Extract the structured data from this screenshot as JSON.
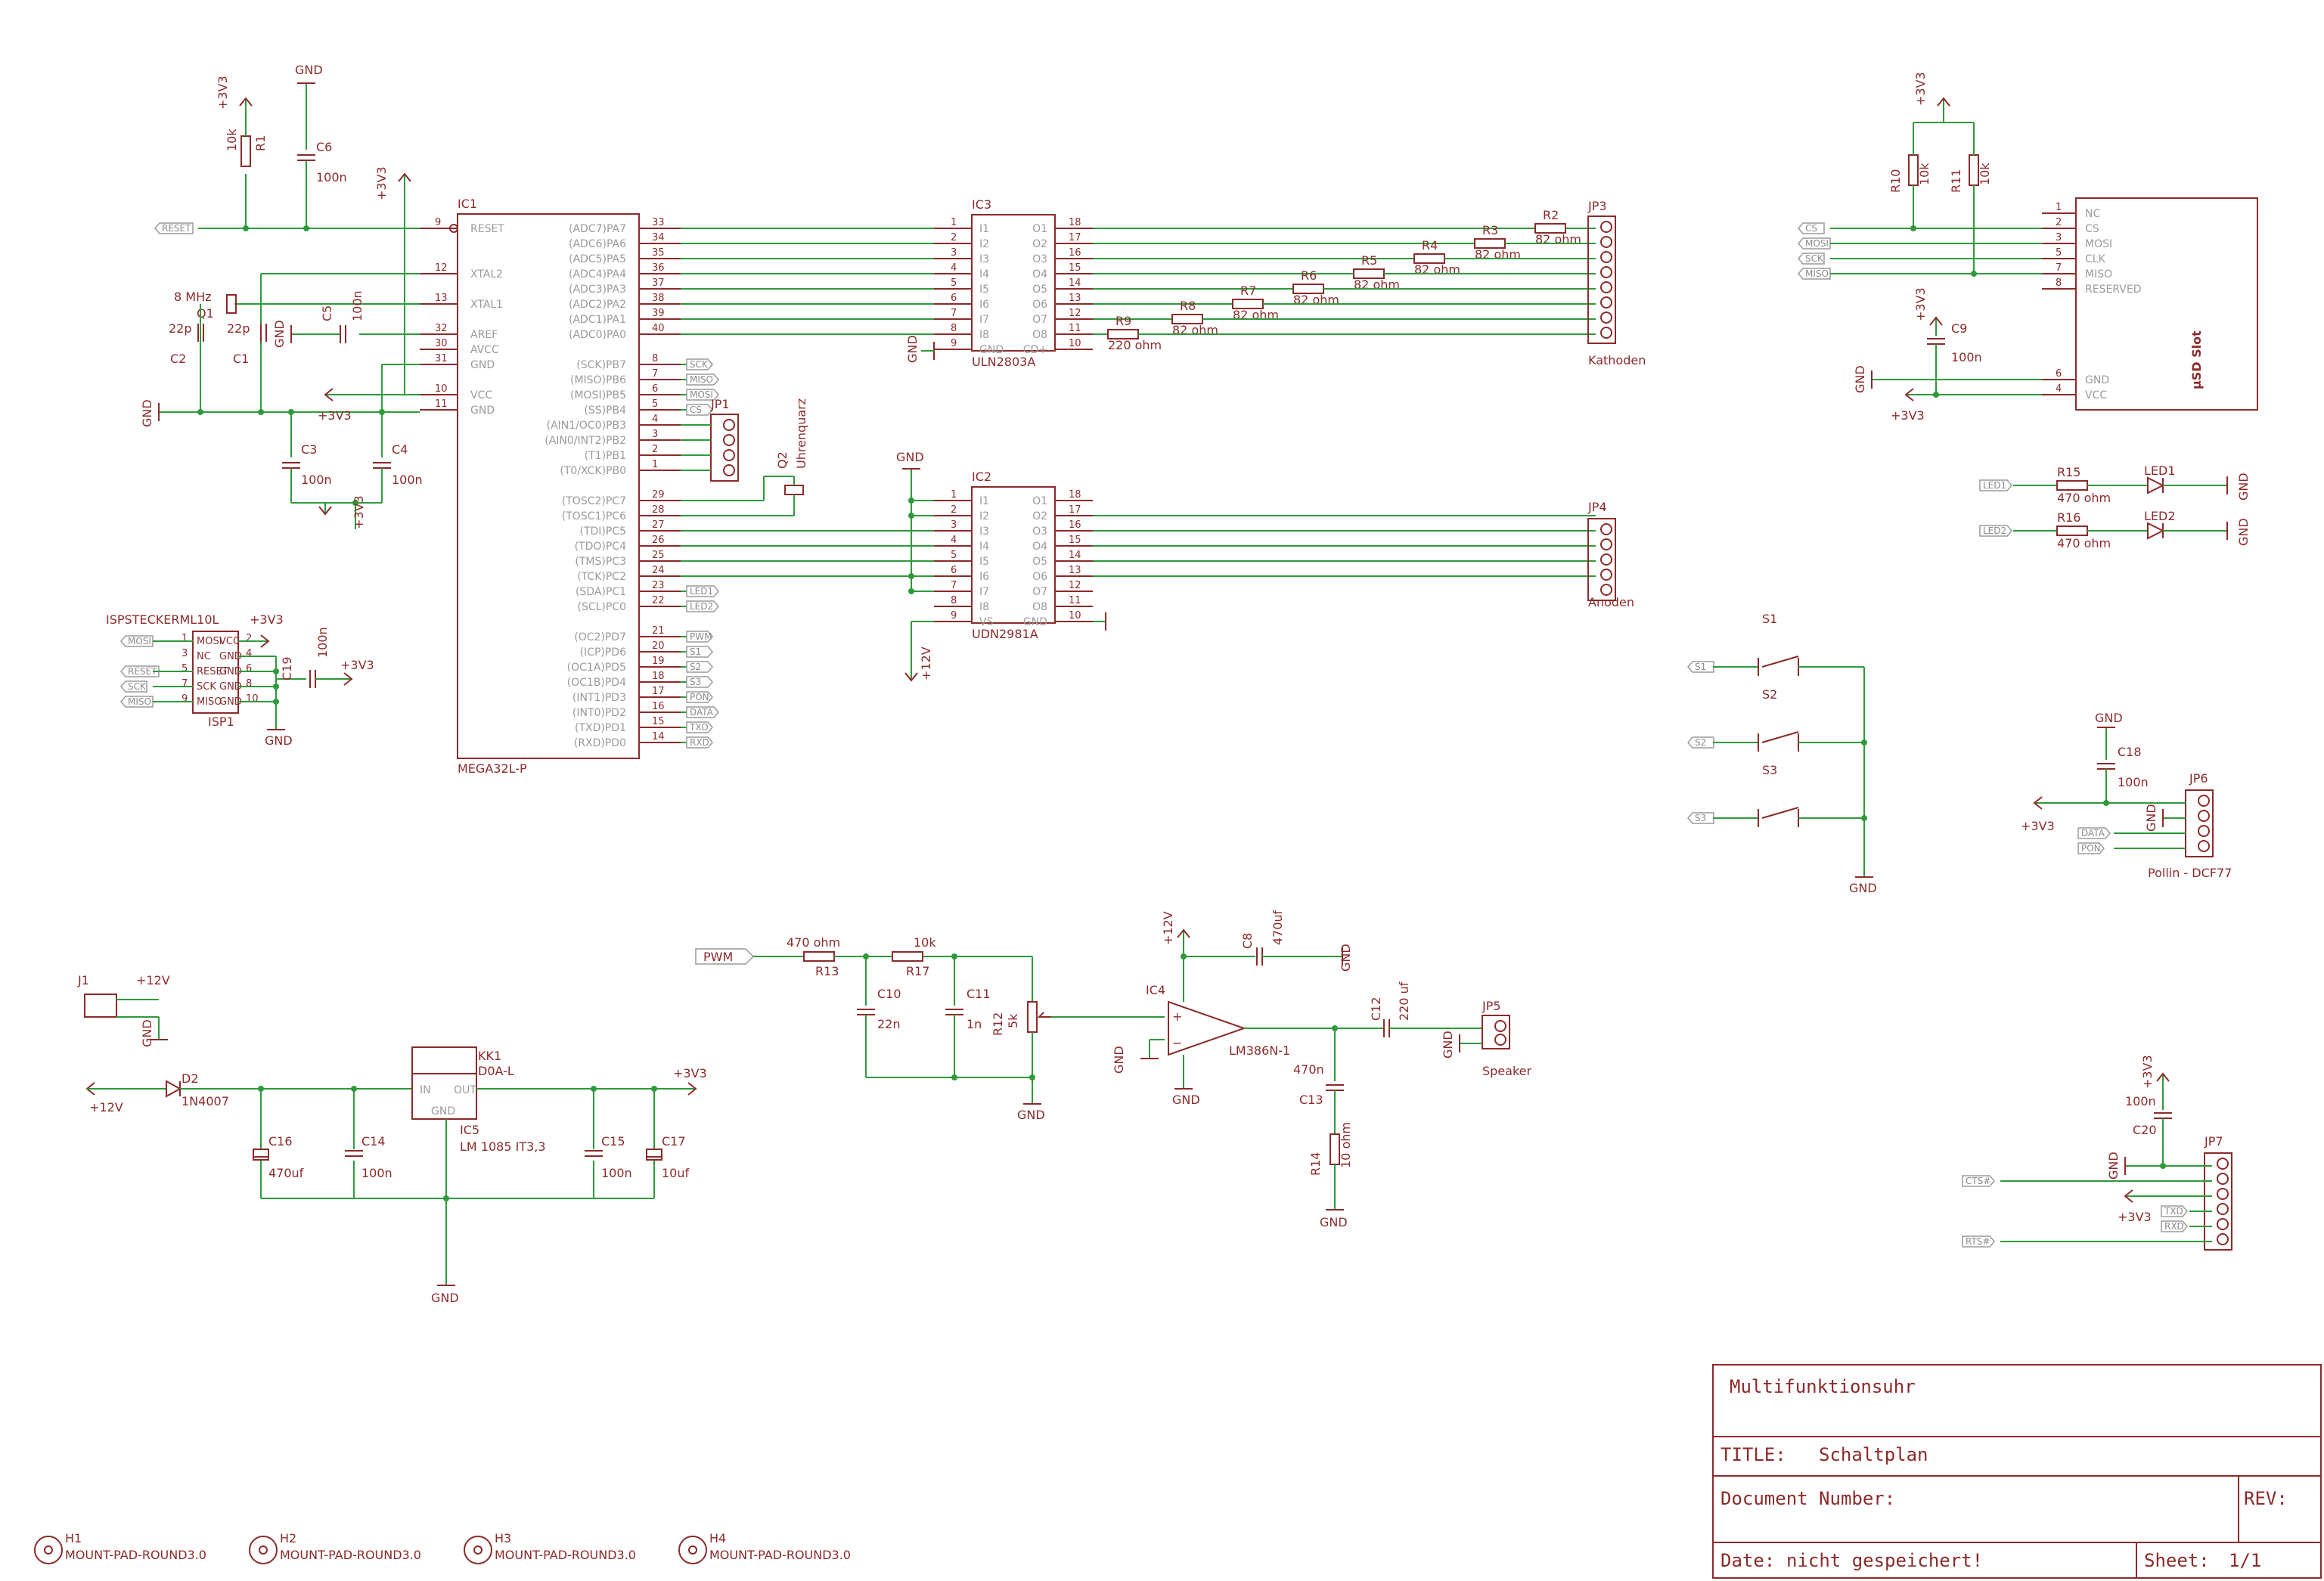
{
  "colors": {
    "part": "#8b2a2a",
    "wire": "#2e9a3a",
    "label": "#8a8a8a"
  },
  "title_block": {
    "project": "Multifunktionsuhr",
    "title_label": "TITLE:",
    "title": "Schaltplan",
    "doc_label": "Document Number:",
    "rev_label": "REV:",
    "date_label": "Date:",
    "date": "nicht gespeichert!",
    "sheet_label": "Sheet:",
    "sheet": "1/1"
  },
  "ic1": {
    "name": "IC1",
    "value": "MEGA32L-P",
    "left_pins": [
      {
        "num": "9",
        "name": "RESET"
      },
      {
        "num": "12",
        "name": "XTAL2"
      },
      {
        "num": "13",
        "name": "XTAL1"
      },
      {
        "num": "32",
        "name": "AREF"
      },
      {
        "num": "30",
        "name": "AVCC"
      },
      {
        "num": "31",
        "name": "GND"
      },
      {
        "num": "10",
        "name": "VCC"
      },
      {
        "num": "11",
        "name": "GND"
      }
    ],
    "right_pins": [
      {
        "num": "33",
        "name": "(ADC7)PA7"
      },
      {
        "num": "34",
        "name": "(ADC6)PA6"
      },
      {
        "num": "35",
        "name": "(ADC5)PA5"
      },
      {
        "num": "36",
        "name": "(ADC4)PA4"
      },
      {
        "num": "37",
        "name": "(ADC3)PA3"
      },
      {
        "num": "38",
        "name": "(ADC2)PA2"
      },
      {
        "num": "39",
        "name": "(ADC1)PA1"
      },
      {
        "num": "40",
        "name": "(ADC0)PA0"
      },
      {
        "num": "8",
        "name": "(SCK)PB7"
      },
      {
        "num": "7",
        "name": "(MISO)PB6"
      },
      {
        "num": "6",
        "name": "(MOSI)PB5"
      },
      {
        "num": "5",
        "name": "(SS)PB4"
      },
      {
        "num": "4",
        "name": "(AIN1/OC0)PB3"
      },
      {
        "num": "3",
        "name": "(AIN0/INT2)PB2"
      },
      {
        "num": "2",
        "name": "(T1)PB1"
      },
      {
        "num": "1",
        "name": "(T0/XCK)PB0"
      },
      {
        "num": "29",
        "name": "(TOSC2)PC7"
      },
      {
        "num": "28",
        "name": "(TOSC1)PC6"
      },
      {
        "num": "27",
        "name": "(TDI)PC5"
      },
      {
        "num": "26",
        "name": "(TDO)PC4"
      },
      {
        "num": "25",
        "name": "(TMS)PC3"
      },
      {
        "num": "24",
        "name": "(TCK)PC2"
      },
      {
        "num": "23",
        "name": "(SDA)PC1"
      },
      {
        "num": "22",
        "name": "(SCL)PC0"
      },
      {
        "num": "21",
        "name": "(OC2)PD7"
      },
      {
        "num": "20",
        "name": "(ICP)PD6"
      },
      {
        "num": "19",
        "name": "(OC1A)PD5"
      },
      {
        "num": "18",
        "name": "(OC1B)PD4"
      },
      {
        "num": "17",
        "name": "(INT1)PD3"
      },
      {
        "num": "16",
        "name": "(INT0)PD2"
      },
      {
        "num": "15",
        "name": "(TXD)PD1"
      },
      {
        "num": "14",
        "name": "(RXD)PD0"
      }
    ],
    "right_tags": {
      "pb7": "SCK",
      "pb6": "MISO",
      "pb5": "MOSI",
      "pb4": "CS",
      "pc1": "LED1",
      "pc0": "LED2",
      "pd7": "PWM",
      "pd6": "S1",
      "pd5": "S2",
      "pd4": "S3",
      "pd3": "PON",
      "pd2": "DATA",
      "pd1": "TXD",
      "pd0": "RXD"
    }
  },
  "ic3": {
    "name": "IC3",
    "value": "ULN2803A",
    "left_pins": [
      {
        "num": "1",
        "name": "I1"
      },
      {
        "num": "2",
        "name": "I2"
      },
      {
        "num": "3",
        "name": "I3"
      },
      {
        "num": "4",
        "name": "I4"
      },
      {
        "num": "5",
        "name": "I5"
      },
      {
        "num": "6",
        "name": "I6"
      },
      {
        "num": "7",
        "name": "I7"
      },
      {
        "num": "8",
        "name": "I8"
      },
      {
        "num": "9",
        "name": "GND"
      }
    ],
    "right_pins": [
      {
        "num": "18",
        "name": "O1"
      },
      {
        "num": "17",
        "name": "O2"
      },
      {
        "num": "16",
        "name": "O3"
      },
      {
        "num": "15",
        "name": "O4"
      },
      {
        "num": "14",
        "name": "O5"
      },
      {
        "num": "13",
        "name": "O6"
      },
      {
        "num": "12",
        "name": "O7"
      },
      {
        "num": "11",
        "name": "O8"
      },
      {
        "num": "10",
        "name": "CD+"
      }
    ]
  },
  "ic2": {
    "name": "IC2",
    "value": "UDN2981A",
    "left_pins": [
      {
        "num": "1",
        "name": "I1"
      },
      {
        "num": "2",
        "name": "I2"
      },
      {
        "num": "3",
        "name": "I3"
      },
      {
        "num": "4",
        "name": "I4"
      },
      {
        "num": "5",
        "name": "I5"
      },
      {
        "num": "6",
        "name": "I6"
      },
      {
        "num": "7",
        "name": "I7"
      },
      {
        "num": "8",
        "name": "I8"
      },
      {
        "num": "9",
        "name": "VS"
      }
    ],
    "right_pins": [
      {
        "num": "18",
        "name": "O1"
      },
      {
        "num": "17",
        "name": "O2"
      },
      {
        "num": "16",
        "name": "O3"
      },
      {
        "num": "15",
        "name": "O4"
      },
      {
        "num": "14",
        "name": "O5"
      },
      {
        "num": "13",
        "name": "O6"
      },
      {
        "num": "12",
        "name": "O7"
      },
      {
        "num": "11",
        "name": "O8"
      },
      {
        "num": "10",
        "name": "GND"
      }
    ]
  },
  "resistors_a": [
    {
      "name": "R2",
      "value": "82 ohm"
    },
    {
      "name": "R3",
      "value": "82 ohm"
    },
    {
      "name": "R4",
      "value": "82 ohm"
    },
    {
      "name": "R5",
      "value": "82 ohm"
    },
    {
      "name": "R6",
      "value": "82 ohm"
    },
    {
      "name": "R7",
      "value": "82 ohm"
    },
    {
      "name": "R8",
      "value": "82 ohm"
    },
    {
      "name": "R9",
      "value": "220 ohm"
    }
  ],
  "jp3": {
    "name": "JP3",
    "label": "Kathoden",
    "pins": [
      "1",
      "2",
      "3",
      "4",
      "5",
      "6",
      "7",
      "8"
    ]
  },
  "jp4": {
    "name": "JP4",
    "label": "Anoden",
    "pins": [
      "1",
      "2",
      "3",
      "4",
      "5"
    ]
  },
  "sd": {
    "label": "µSD Slot",
    "pins": [
      {
        "num": "1",
        "name": "NC"
      },
      {
        "num": "2",
        "name": "CS"
      },
      {
        "num": "3",
        "name": "MOSI"
      },
      {
        "num": "5",
        "name": "CLK"
      },
      {
        "num": "7",
        "name": "MISO"
      },
      {
        "num": "8",
        "name": "RESERVED"
      },
      {
        "num": "6",
        "name": "GND"
      },
      {
        "num": "4",
        "name": "VCC"
      }
    ],
    "tags": [
      "CS",
      "MOSI",
      "SCK",
      "MISO"
    ],
    "r10": {
      "name": "R10",
      "value": "10k"
    },
    "r11": {
      "name": "R11",
      "value": "10k"
    },
    "c9": {
      "name": "C9",
      "value": "100n"
    }
  },
  "leds": [
    {
      "tag": "LED1",
      "r": "R15",
      "rv": "470 ohm",
      "name": "LED1"
    },
    {
      "tag": "LED2",
      "r": "R16",
      "rv": "470 ohm",
      "name": "LED2"
    }
  ],
  "switches": [
    {
      "name": "S1",
      "tag": "S1"
    },
    {
      "name": "S2",
      "tag": "S2"
    },
    {
      "name": "S3",
      "tag": "S3"
    }
  ],
  "jp6": {
    "name": "JP6",
    "label": "Pollin - DCF77",
    "c18": "C18",
    "c18v": "100n",
    "tags": [
      "DATA",
      "PON"
    ]
  },
  "jp7": {
    "name": "JP7",
    "c20": "C20",
    "c20v": "100n",
    "tags": [
      "CTS#",
      "TXD",
      "RXD",
      "RTS#"
    ]
  },
  "isp": {
    "name": "ISP1",
    "header": "ISPSTECKERML10L",
    "tags": [
      "MOSI",
      "RESET",
      "SCK",
      "MISO"
    ],
    "inner": [
      "MOSI",
      "VCC",
      "NC",
      "GND",
      "RESET",
      "GND",
      "SCK",
      "GND",
      "MISO",
      "GND"
    ],
    "c19": "C19",
    "c19v": "100n"
  },
  "jp1": {
    "name": "JP1"
  },
  "q2": {
    "name": "Q2",
    "value": "Uhrenquarz"
  },
  "q1": {
    "name": "Q1",
    "value": "8 MHz"
  },
  "caps_left": {
    "c1": "C1",
    "c1v": "22p",
    "c2": "C2",
    "c2v": "22p",
    "c3": "C3",
    "c3v": "100n",
    "c4": "C4",
    "c4v": "100n",
    "c5": "C5",
    "c5v": "100n",
    "c6": "C6",
    "c6v": "100n"
  },
  "r1": {
    "name": "R1",
    "value": "10k"
  },
  "net": {
    "gnd": "GND",
    "v33": "+3V3",
    "v12": "+12V",
    "reset": "RESET"
  },
  "audio": {
    "pwm": "PWM",
    "r13": "R13",
    "r13v": "470 ohm",
    "r17": "R17",
    "r17v": "10k",
    "c10": "C10",
    "c10v": "22n",
    "c11": "C11",
    "c11v": "1n",
    "r12": "R12",
    "r12v": "5k",
    "ic4": "IC4",
    "ic4v": "LM386N-1",
    "c8": "C8",
    "c8v": "470uf",
    "c12": "C12",
    "c12v": "220 uf",
    "c13": "C13",
    "c13v": "470n",
    "r14": "R14",
    "r14v": "10 ohm",
    "jp5": "JP5",
    "jp5v": "Speaker"
  },
  "power": {
    "j1": "J1",
    "d2": "D2",
    "d2v": "1N4007",
    "kk1": "KK1",
    "kk1v": "D0A-L",
    "ic5": "IC5",
    "ic5v": "LM 1085 IT3,3",
    "in": "IN",
    "out": "OUT",
    "c16": "C16",
    "c16v": "470uf",
    "c14": "C14",
    "c14v": "100n",
    "c15": "C15",
    "c15v": "100n",
    "c17": "C17",
    "c17v": "10uf"
  },
  "holes": [
    {
      "name": "H1",
      "value": "MOUNT-PAD-ROUND3.0"
    },
    {
      "name": "H2",
      "value": "MOUNT-PAD-ROUND3.0"
    },
    {
      "name": "H3",
      "value": "MOUNT-PAD-ROUND3.0"
    },
    {
      "name": "H4",
      "value": "MOUNT-PAD-ROUND3.0"
    }
  ]
}
